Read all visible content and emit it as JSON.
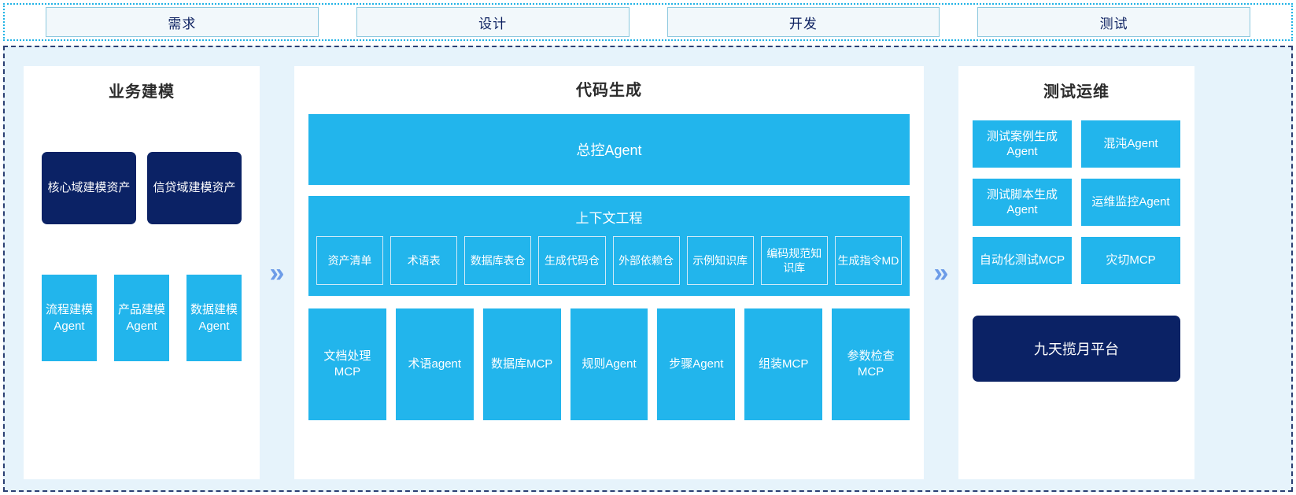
{
  "stages": {
    "items": [
      {
        "label": "需求"
      },
      {
        "label": "设计"
      },
      {
        "label": "开发"
      },
      {
        "label": "测试"
      }
    ]
  },
  "arrows": {
    "glyph": "»"
  },
  "colors": {
    "cyan": "#22b5ec",
    "navy": "#0b2265",
    "background": "#e6f3fb",
    "arrow": "#6d9ce8",
    "stage_border": "#8cc8de",
    "stage_fill": "#f2f8fb"
  },
  "left_panel": {
    "title": "业务建模",
    "assets": [
      {
        "label": "核心域建模资产"
      },
      {
        "label": "信贷域建模资产"
      }
    ],
    "agents": [
      {
        "label": "流程建模Agent"
      },
      {
        "label": "产品建模Agent"
      },
      {
        "label": "数据建模Agent"
      }
    ]
  },
  "center_panel": {
    "title": "代码生成",
    "master_agent": "总控Agent",
    "context_engineering": {
      "title": "上下文工程",
      "items": [
        {
          "label": "资产清单"
        },
        {
          "label": "术语表"
        },
        {
          "label": "数据库表仓"
        },
        {
          "label": "生成代码仓"
        },
        {
          "label": "外部依赖仓"
        },
        {
          "label": "示例知识库"
        },
        {
          "label": "编码规范知识库"
        },
        {
          "label": "生成指令MD"
        }
      ]
    },
    "tools": [
      {
        "label": "文档处理MCP"
      },
      {
        "label": "术语agent"
      },
      {
        "label": "数据库MCP"
      },
      {
        "label": "规则Agent"
      },
      {
        "label": "步骤Agent"
      },
      {
        "label": "组装MCP"
      },
      {
        "label": "参数检查MCP"
      }
    ]
  },
  "right_panel": {
    "title": "测试运维",
    "items": [
      {
        "label": "测试案例生成Agent"
      },
      {
        "label": "混沌Agent"
      },
      {
        "label": "测试脚本生成Agent"
      },
      {
        "label": "运维监控Agent"
      },
      {
        "label": "自动化测试MCP"
      },
      {
        "label": "灾切MCP"
      }
    ],
    "platform": "九天揽月平台"
  }
}
